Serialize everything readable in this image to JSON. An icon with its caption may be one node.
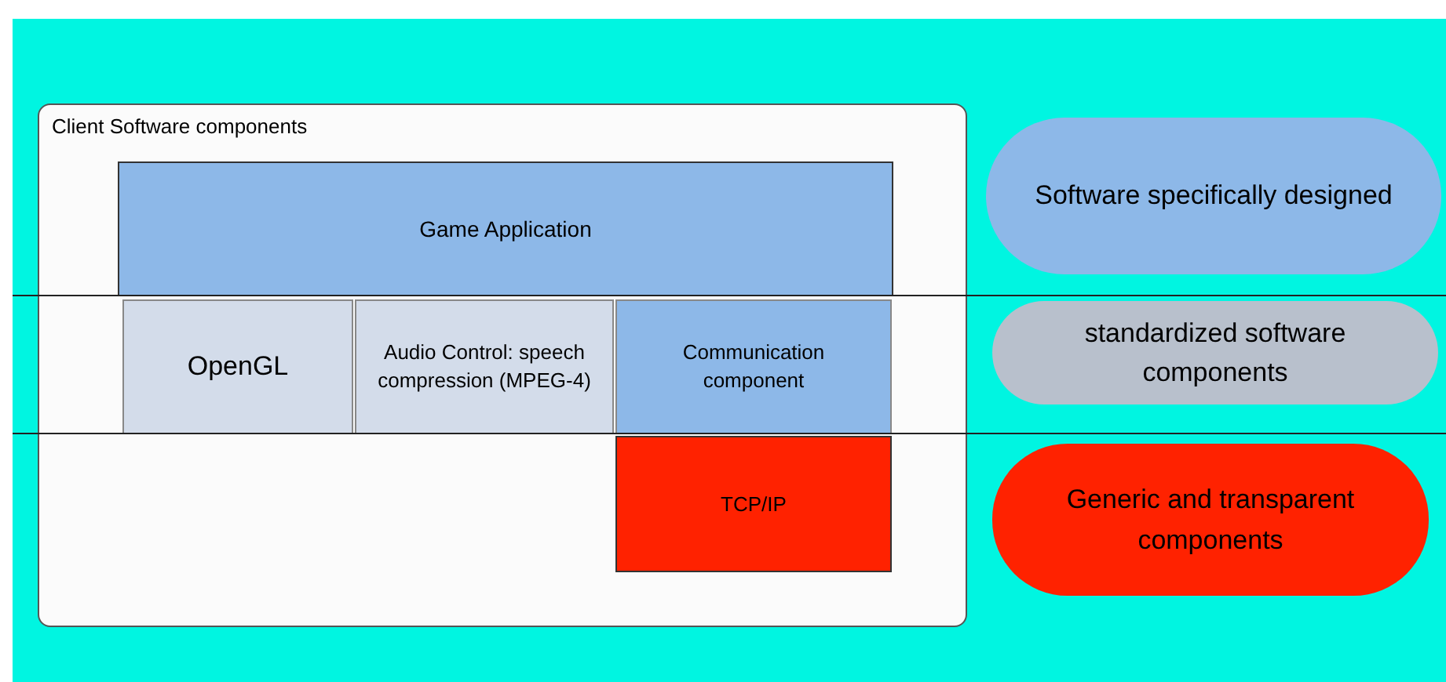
{
  "diagram": {
    "nodes": [
      {
        "text": [
          "Client Software components"
        ]
      },
      {
        "text": [
          "Game Application"
        ],
        "in": 0
      },
      {
        "text": [
          "OpenGL"
        ],
        "in": 0
      },
      {
        "text": [
          "Audio Control: speech compression (MPEG-4)"
        ],
        "in": 0
      },
      {
        "text": [
          "Communication component"
        ],
        "in": 0
      },
      {
        "text": [
          "TCP/IP"
        ],
        "in": 0
      },
      {
        "text": [
          "Software specifically designed"
        ]
      },
      {
        "text": [
          "standardized software components"
        ]
      },
      {
        "text": [
          "Generic and transparent components"
        ]
      }
    ]
  }
}
